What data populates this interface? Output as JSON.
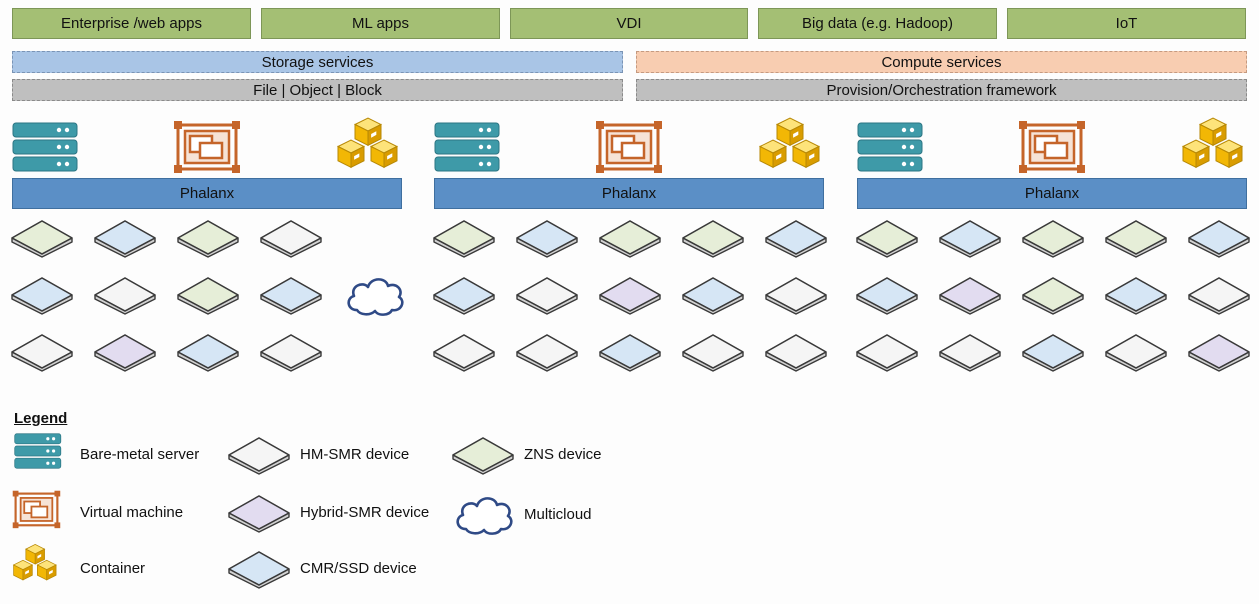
{
  "apps": [
    "Enterprise /web apps",
    "ML apps",
    "VDI",
    "Big data (e.g. Hadoop)",
    "IoT"
  ],
  "services": {
    "storage": "Storage services",
    "file_object_block": "File | Object | Block",
    "compute": "Compute services",
    "provision": "Provision/Orchestration framework"
  },
  "clusters": [
    {
      "phalanx_label": "Phalanx",
      "devices": [
        [
          "ZNS device",
          "CMR/SSD device",
          "ZNS device",
          "HM-SMR device"
        ],
        [
          "CMR/SSD device",
          "HM-SMR device",
          "ZNS device",
          "CMR/SSD device",
          "Multicloud"
        ],
        [
          "HM-SMR device",
          "Hybrid-SMR device",
          "CMR/SSD device",
          "HM-SMR device"
        ]
      ]
    },
    {
      "phalanx_label": "Phalanx",
      "devices": [
        [
          "ZNS device",
          "CMR/SSD device",
          "ZNS device",
          "ZNS device",
          "CMR/SSD device"
        ],
        [
          "CMR/SSD device",
          "HM-SMR device",
          "Hybrid-SMR device",
          "CMR/SSD device",
          "HM-SMR device"
        ],
        [
          "HM-SMR device",
          "HM-SMR device",
          "CMR/SSD device",
          "HM-SMR device",
          "HM-SMR device"
        ]
      ]
    },
    {
      "phalanx_label": "Phalanx",
      "devices": [
        [
          "ZNS device",
          "CMR/SSD device",
          "ZNS device",
          "ZNS device",
          "CMR/SSD device"
        ],
        [
          "CMR/SSD device",
          "Hybrid-SMR device",
          "ZNS device",
          "CMR/SSD device",
          "HM-SMR device"
        ],
        [
          "HM-SMR device",
          "HM-SMR device",
          "CMR/SSD device",
          "HM-SMR device",
          "Hybrid-SMR device"
        ]
      ]
    }
  ],
  "legend": {
    "title": "Legend",
    "bare_metal": "Bare-metal server",
    "virtual_machine": "Virtual machine",
    "container": "Container",
    "hm_smr": "HM-SMR device",
    "hybrid_smr": "Hybrid-SMR device",
    "cmr_ssd": "CMR/SSD device",
    "zns": "ZNS device",
    "multicloud": "Multicloud"
  },
  "colors": {
    "app_green": "#a4bf74",
    "storage_blue": "#a9c5e6",
    "compute_orange": "#f8cdb1",
    "framework_gray": "#bfbfbf",
    "phalanx_blue": "#5b8fc6",
    "server_teal": "#3e9aa8",
    "vm_orange": "#c5652a",
    "container_gold": "#f2b705",
    "cloud_navy": "#2f4a86",
    "hm_smr_fill": "#f5f5f5",
    "hybrid_smr_fill": "#e2dcf0",
    "cmr_ssd_fill": "#d6e6f5",
    "zns_fill": "#e6eed8"
  },
  "icons": {
    "server": "bare-metal-server-icon",
    "vm": "virtual-machine-icon",
    "container": "container-icon",
    "cloud": "multicloud-icon"
  }
}
